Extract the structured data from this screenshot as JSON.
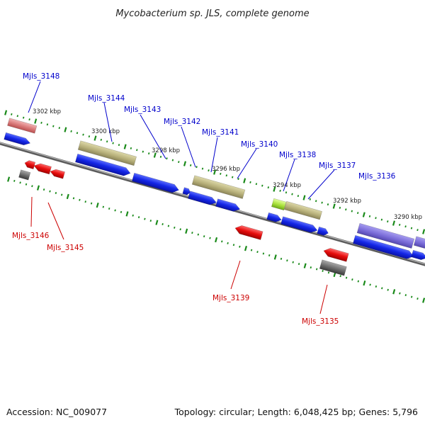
{
  "title": "Mycobacterium sp. JLS, complete genome",
  "footer": {
    "accession": "Accession: NC_009077",
    "summary": "Topology: circular; Length: 6,048,425 bp; Genes: 5,796"
  },
  "colors": {
    "forward_label": "#0000cc",
    "reverse_label": "#cc0000",
    "backbone": "#808080",
    "tick": "#1a8a1a"
  },
  "kbp_labels": [
    "3302 kbp",
    "3300 kbp",
    "3298 kbp",
    "3296 kbp",
    "3294 kbp",
    "3292 kbp",
    "3290 kbp"
  ],
  "gene_labels": {
    "top": [
      "Mjls_3148",
      "Mjls_3144",
      "Mjls_3143",
      "Mjls_3142",
      "Mjls_3141",
      "Mjls_3140",
      "Mjls_3138",
      "Mjls_3137",
      "Mjls_3136"
    ],
    "bottom": [
      "Mjls_3146",
      "Mjls_3145",
      "Mjls_3139",
      "Mjls_3135"
    ]
  }
}
